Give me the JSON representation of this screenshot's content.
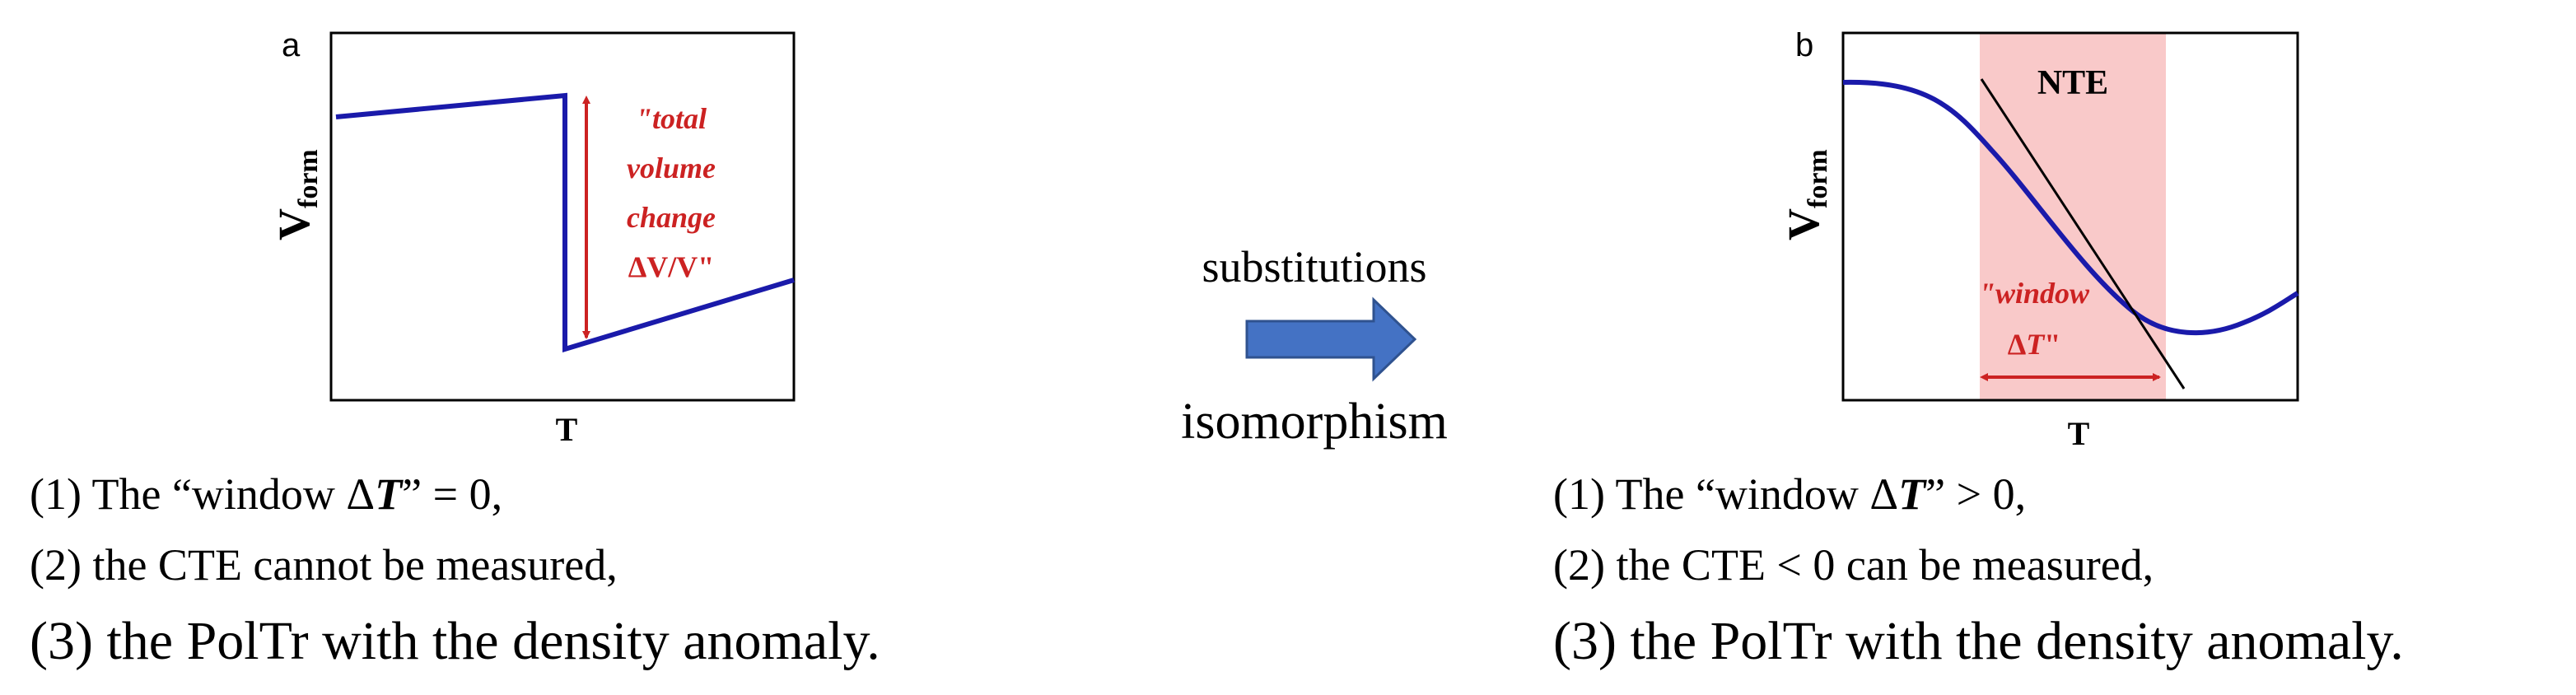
{
  "panel_a": {
    "label": "a",
    "ylabel_main": "V",
    "ylabel_sub": "form",
    "xlabel": "T",
    "annotation": [
      "\"total",
      "volume",
      "change",
      "ΔV/V\""
    ]
  },
  "panel_b": {
    "label": "b",
    "ylabel_main": "V",
    "ylabel_sub": "form",
    "xlabel": "T",
    "band_label": "NTE",
    "annotation_1": "\"window",
    "annotation_2_delta": "Δ",
    "annotation_2_T": "T",
    "annotation_2_close": "\""
  },
  "middle": {
    "top_label": "substitutions",
    "bottom_label": "isomorphism"
  },
  "left_text": {
    "line1_a": "(1) The “window Δ",
    "line1_T": "T",
    "line1_b": "” = 0,",
    "line2": "(2) the CTE cannot be measured,",
    "line3": "(3) the PolTr with the density anomaly."
  },
  "right_text": {
    "line1_a": "(1) The “window Δ",
    "line1_T": "T",
    "line1_b": "” > 0,",
    "line2": "(2) the CTE < 0 can be measured,",
    "line3": "(3) the PolTr with the density anomaly."
  },
  "colors": {
    "curve": "#1a1aaa",
    "annotation": "#cc2222",
    "band": "#f9c9c9",
    "arrow_fill": "#4472c4",
    "arrow_stroke": "#2f528f",
    "axes": "#000000",
    "tangent": "#000000"
  }
}
